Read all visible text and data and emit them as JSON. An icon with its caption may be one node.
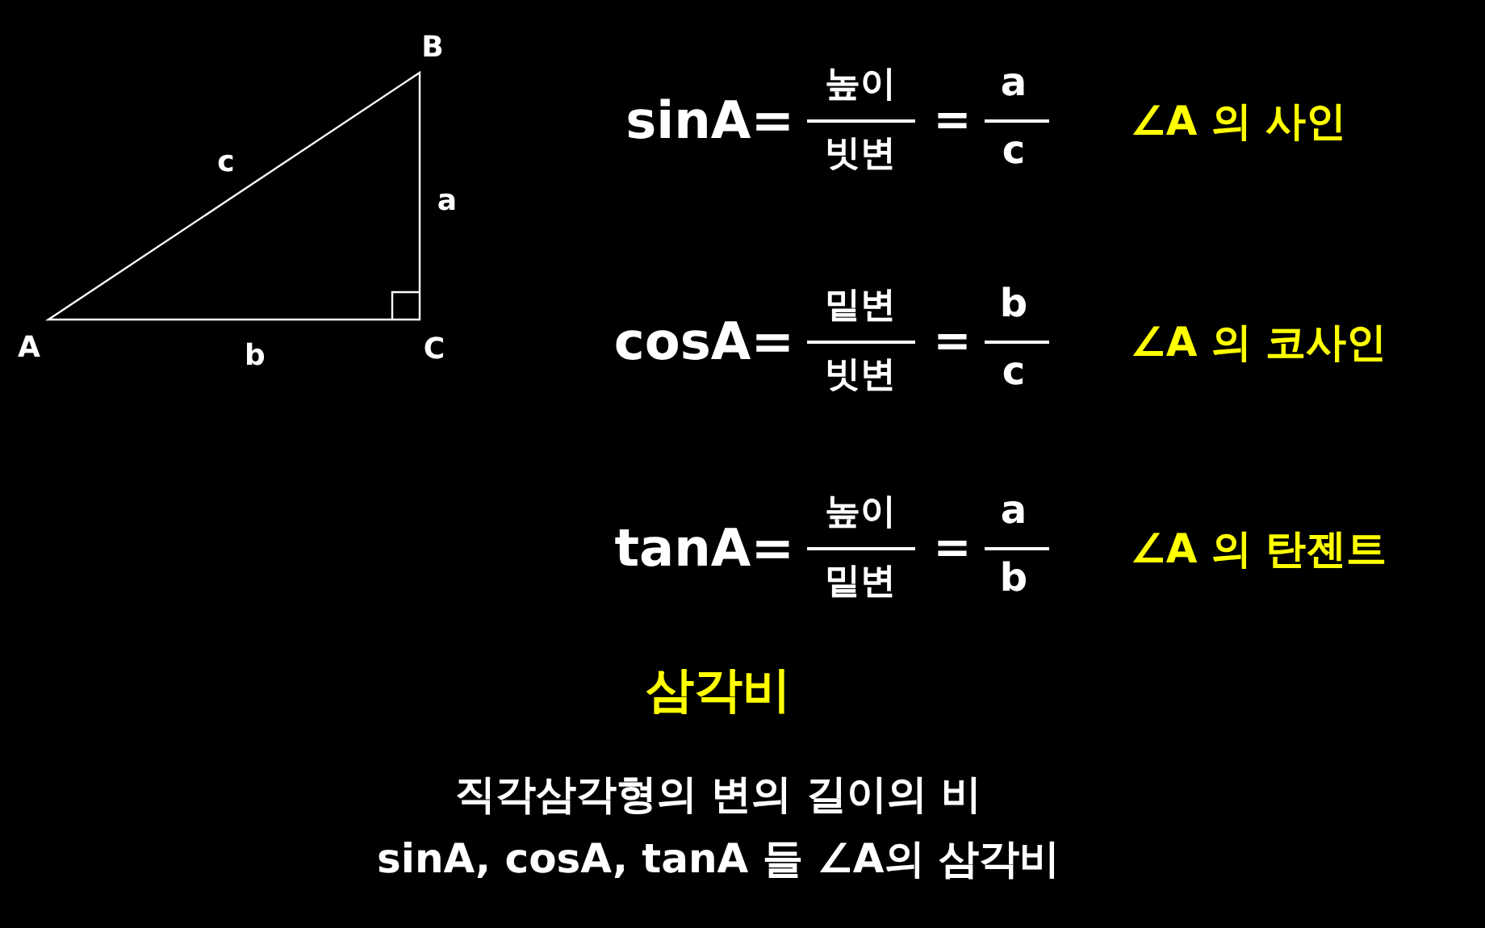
{
  "diagram": {
    "labels": [
      "B",
      "c",
      "a",
      "A",
      "b",
      "C",
      "sinA=",
      "높이",
      "빗변",
      "=",
      "a",
      "c",
      "∠A 의 사인",
      "cosA=",
      "밑변",
      "빗변",
      "=",
      "b",
      "c",
      "∠A 의 코사인",
      "tanA=",
      "높이",
      "밑변",
      "=",
      "a",
      "b",
      "∠A 의 탄젠트",
      "삼각비",
      "직각삼각형의 변의 길이의 비",
      "sinA, cosA, tanA 들 ∠A의 삼각비"
    ]
  }
}
